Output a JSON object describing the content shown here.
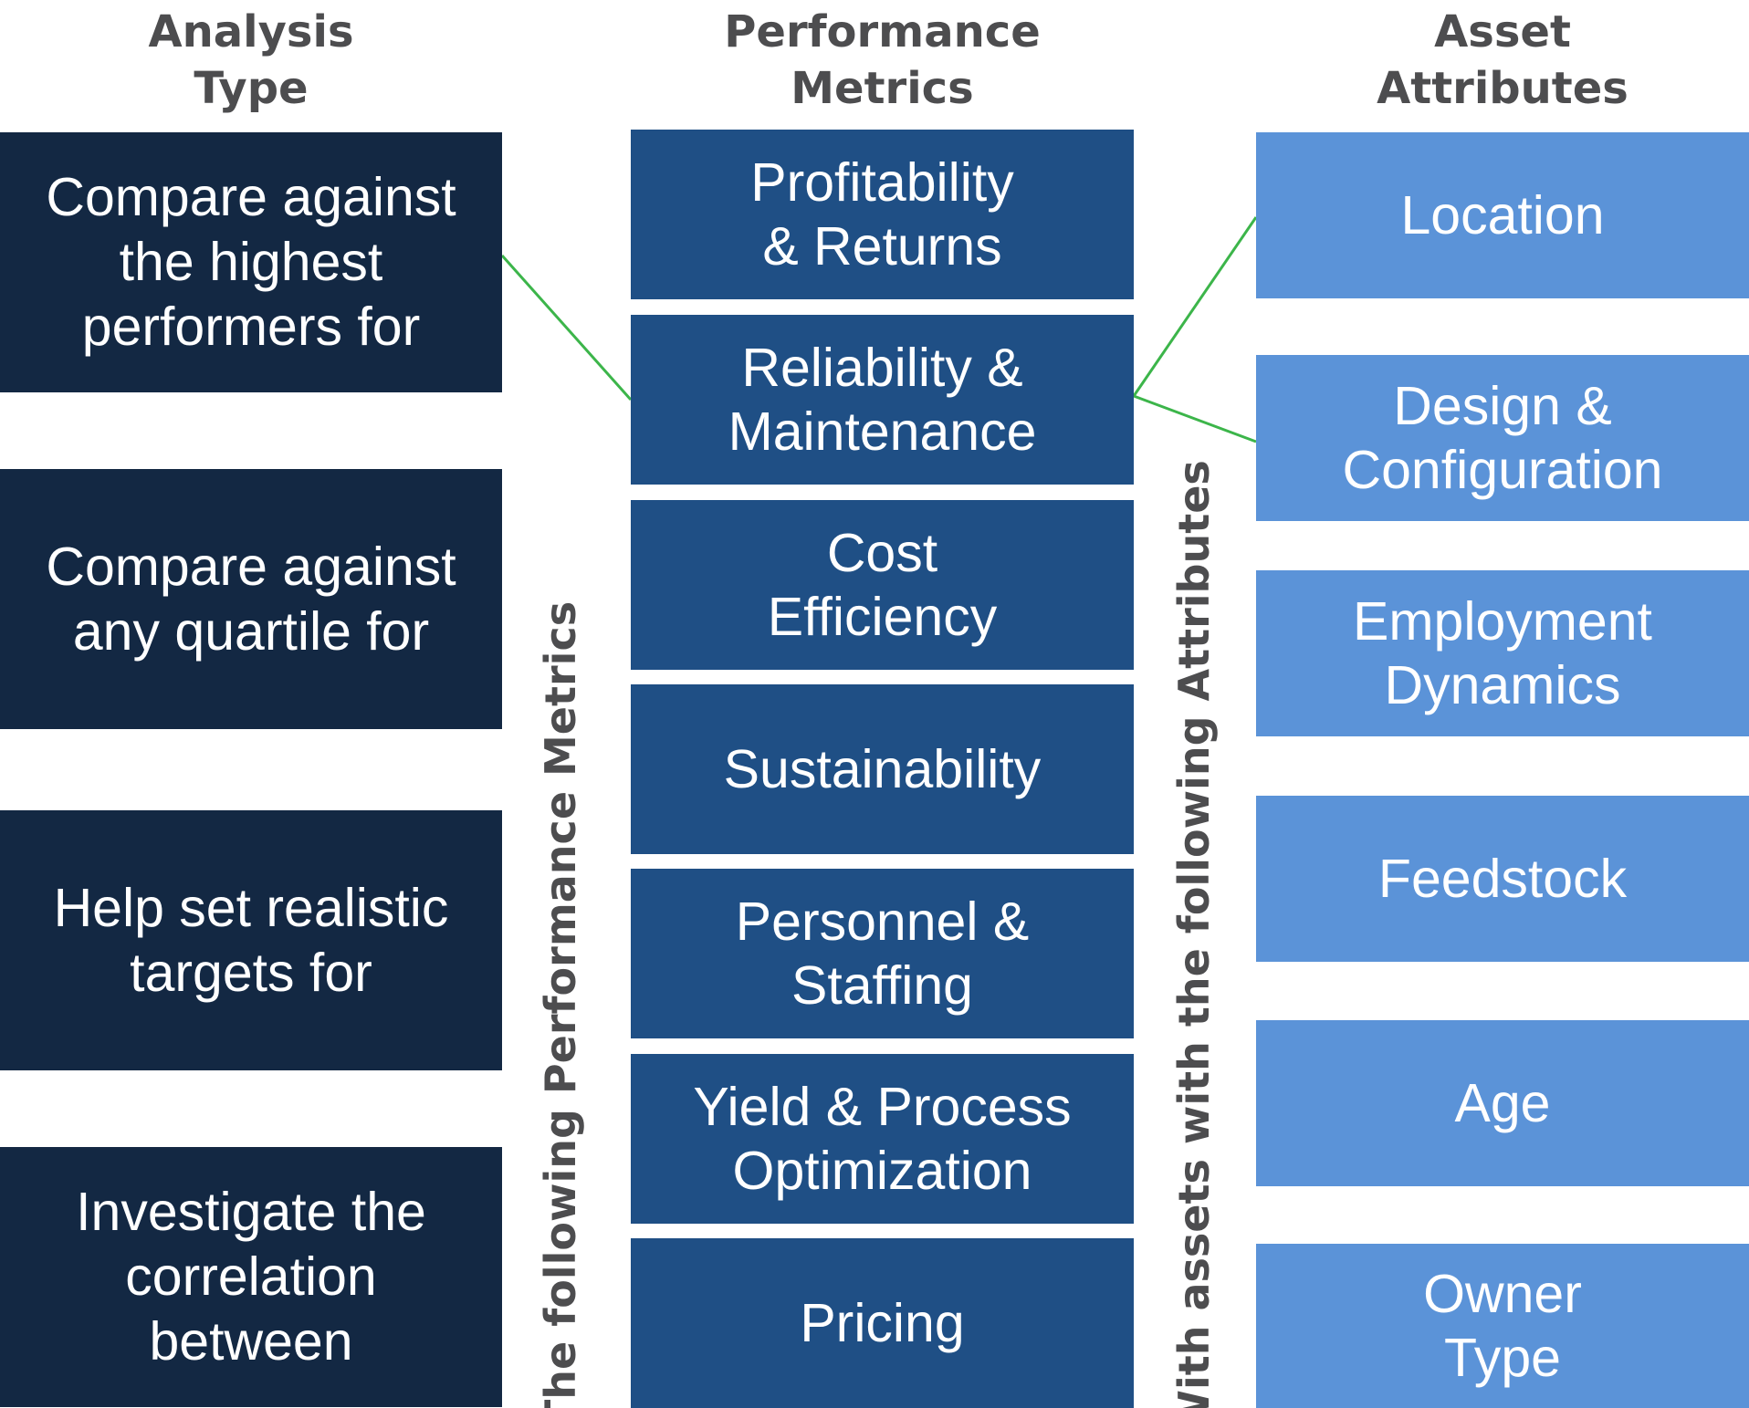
{
  "headers": {
    "analysis": "Analysis\nType",
    "metrics": "Performance\nMetrics",
    "attributes": "Asset\nAttributes"
  },
  "analysis_types": [
    "Compare against\nthe highest\nperformers for",
    "Compare against\nany quartile for",
    "Help set realistic\ntargets for",
    "Investigate the\ncorrelation\nbetween"
  ],
  "performance_metrics": [
    "Profitability\n& Returns",
    "Reliability &\nMaintenance",
    "Cost\nEfficiency",
    "Sustainability",
    "Personnel &\nStaffing",
    "Yield & Process\nOptimization",
    "Pricing"
  ],
  "asset_attributes": [
    "Location",
    "Design &\nConfiguration",
    "Employment\nDynamics",
    "Feedstock",
    "Age",
    "Owner\nType"
  ],
  "vertical_labels": {
    "metrics_connector": "The following Performance Metrics",
    "attributes_connector": "With assets with the following Attributes"
  },
  "colors": {
    "analysis_box": "#132843",
    "metric_box": "#1f4f85",
    "attribute_box": "#5b93d8",
    "connector_line": "#3cb54a",
    "header_text": "#4d4d4f"
  }
}
